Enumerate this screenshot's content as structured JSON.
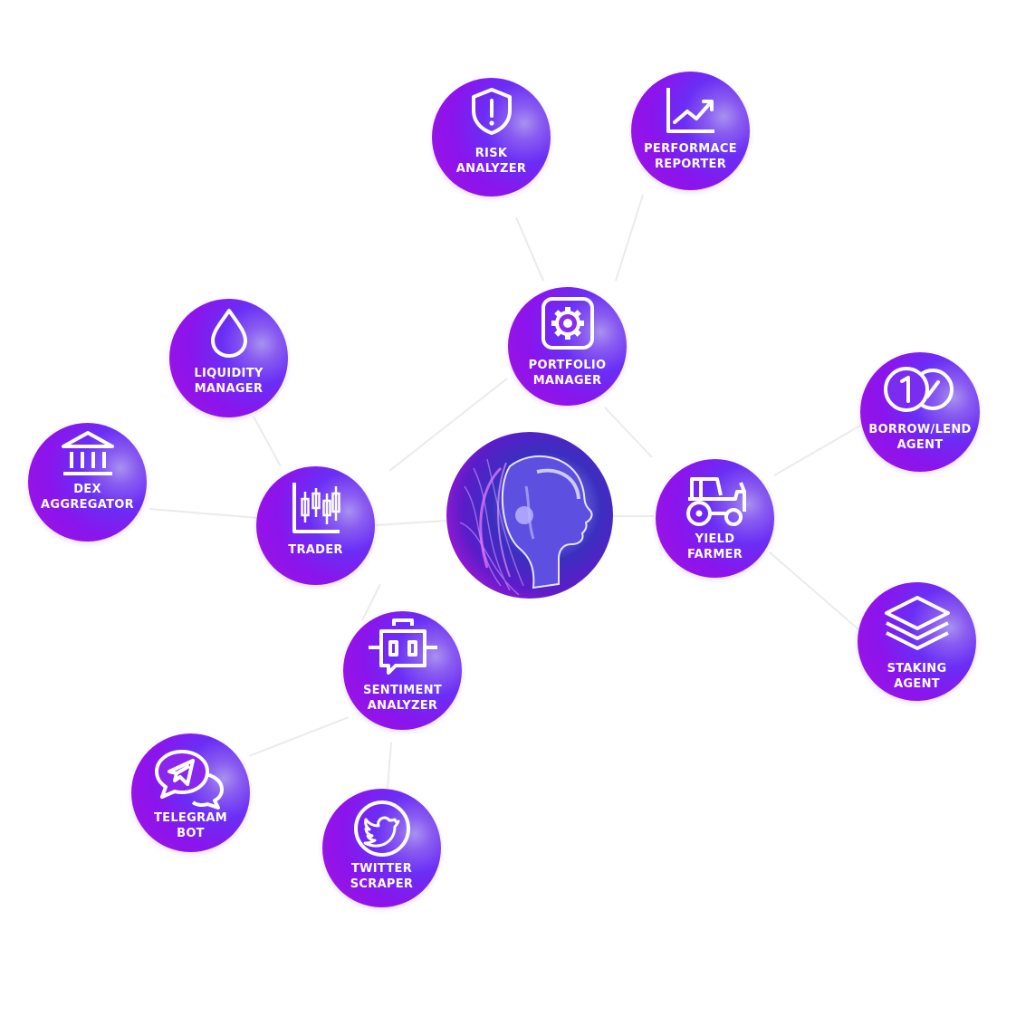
{
  "nodes": {
    "risk": {
      "icon": "shield-alert-icon",
      "line1": "RISK",
      "line2": "ANALYZER"
    },
    "performance": {
      "icon": "line-chart-icon",
      "line1": "PERFORMACE",
      "line2": "REPORTER"
    },
    "portfolio": {
      "icon": "settings-gear-icon",
      "line1": "PORTFOLIO",
      "line2": "MANAGER"
    },
    "liquidity": {
      "icon": "water-drop-icon",
      "line1": "LIQUIDITY",
      "line2": "MANAGER"
    },
    "dex": {
      "icon": "bank-building-icon",
      "line1": "DEX",
      "line2": "AGGREGATOR"
    },
    "trader": {
      "icon": "candlestick-chart-icon",
      "line1": "TRADER",
      "line2": ""
    },
    "borrow": {
      "icon": "coins-icon",
      "line1": "BORROW/LEND",
      "line2": "AGENT"
    },
    "yield": {
      "icon": "tractor-icon",
      "line1": "YIELD",
      "line2": "FARMER"
    },
    "staking": {
      "icon": "stacked-layers-icon",
      "line1": "STAKING",
      "line2": "AGENT"
    },
    "sentiment": {
      "icon": "chat-bot-icon",
      "line1": "SENTIMENT",
      "line2": "ANALYZER"
    },
    "telegram": {
      "icon": "telegram-chat-icon",
      "line1": "TELEGRAM",
      "line2": "BOT"
    },
    "twitter": {
      "icon": "twitter-bird-icon",
      "line1": "TWITTER",
      "line2": "SCRAPER"
    }
  },
  "center": {
    "icon": "ai-head-avatar-icon"
  },
  "colors": {
    "node_primary": "#8b14ec",
    "node_secondary": "#6a2ef5",
    "edge": "#ececec"
  }
}
